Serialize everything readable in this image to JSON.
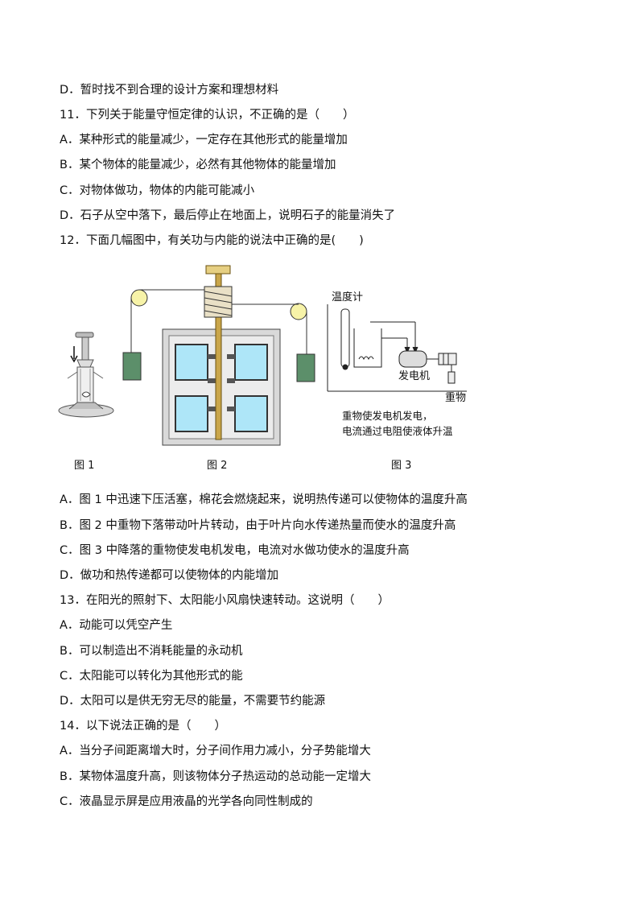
{
  "lines": [
    "D．暂时找不到合理的设计方案和理想材料",
    "11．下列关于能量守恒定律的认识，不正确的是（　　）",
    "A．某种形式的能量减少，一定存在其他形式的能量增加",
    "B．某个物体的能量减少，必然有其他物体的能量增加",
    "C．对物体做功，物体的内能可能减小",
    "D．石子从空中落下，最后停止在地面上，说明石子的能量消失了",
    "12．下面几幅图中，有关功与内能的说法中正确的是(　　)",
    "A．图 1 中迅速下压活塞，棉花会燃烧起来，说明热传递可以使物体的温度升高",
    "B．图 2 中重物下落带动叶片转动，由于叶片向水传递热量而使水的温度升高",
    "C．图 3 中降落的重物使发电机发电，电流对水做功使水的温度升高",
    "D．做功和热传递都可以使物体的内能增加",
    "13．在阳光的照射下、太阳能小风扇快速转动。这说明（　　）",
    "A．动能可以凭空产生",
    "B．可以制造出不消耗能量的永动机",
    "C．太阳能可以转化为其他形式的能",
    "D．太阳可以是供无穷无尽的能量，不需要节约能源",
    "14．以下说法正确的是（　　）",
    "A．当分子间距离增大时，分子间作用力减小，分子势能增大",
    "B．某物体温度升高，则该物体分子热运动的总动能一定增大",
    "C．液晶显示屏是应用液晶的光学各向同性制成的"
  ],
  "figures": {
    "fig1_caption": "图 1",
    "fig2_caption": "图 2",
    "fig3_caption": "图 3",
    "thermometer_label": "温度计",
    "generator_label": "发电机",
    "weight_label": "重物",
    "fig3_desc_line1": "重物使发电机发电，",
    "fig3_desc_line2": "电流通过电阻使液体升温"
  }
}
